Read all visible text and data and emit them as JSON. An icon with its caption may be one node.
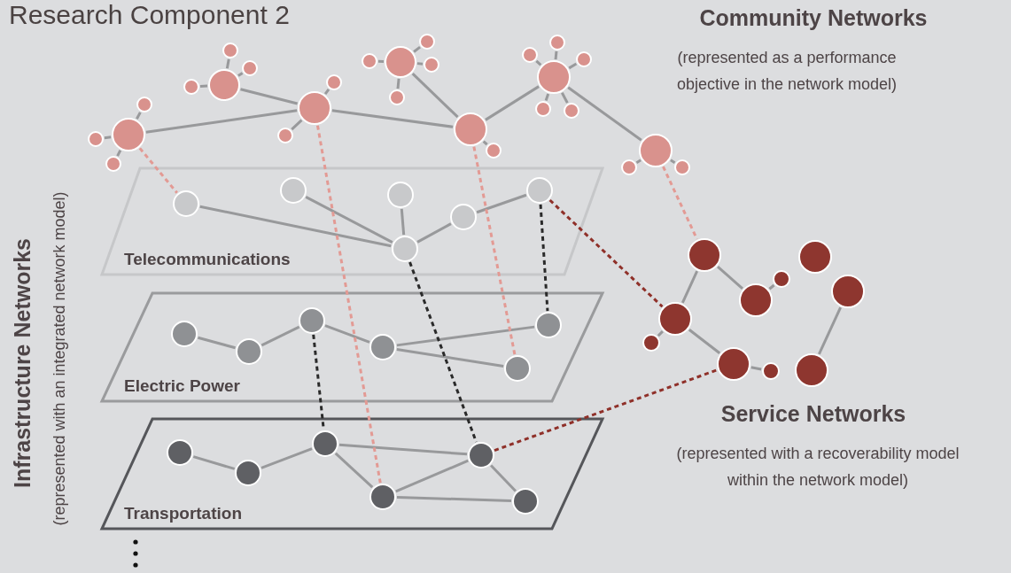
{
  "diagram": {
    "title": "Research Component 2",
    "nodes": [
      {
        "text": [],
        "shape": "circle"
      },
      {
        "text": [],
        "shape": "circle"
      },
      {
        "text": [],
        "shape": "circle"
      },
      {
        "text": [],
        "shape": "circle"
      },
      {
        "text": [],
        "shape": "circle"
      },
      {
        "text": [],
        "shape": "circle"
      },
      {
        "text": [],
        "shape": "circle"
      },
      {
        "text": [],
        "shape": "circle"
      },
      {
        "text": [],
        "shape": "circle"
      },
      {
        "text": [],
        "shape": "circle"
      },
      {
        "text": [],
        "shape": "circle"
      },
      {
        "text": [],
        "shape": "circle"
      },
      {
        "text": [],
        "shape": "circle"
      },
      {
        "text": [],
        "shape": "circle"
      },
      {
        "text": [],
        "shape": "circle"
      },
      {
        "text": [],
        "shape": "circle"
      },
      {
        "text": [],
        "shape": "circle"
      },
      {
        "text": [],
        "shape": "circle"
      },
      {
        "text": [],
        "shape": "circle"
      },
      {
        "text": [],
        "shape": "circle"
      },
      {
        "text": [],
        "shape": "circle"
      },
      {
        "text": [],
        "shape": "circle"
      },
      {
        "text": [],
        "shape": "circle"
      },
      {
        "text": [],
        "shape": "circle"
      },
      {
        "text": [],
        "shape": "circle"
      },
      {
        "text": [],
        "shape": "circle"
      },
      {
        "text": [],
        "shape": "circle"
      },
      {
        "text": [
          "Telecommunications"
        ]
      },
      {
        "text": [],
        "shape": "circle",
        "in": 27
      },
      {
        "text": [],
        "shape": "circle",
        "in": 27
      },
      {
        "text": [],
        "shape": "circle",
        "in": 27
      },
      {
        "text": [],
        "shape": "circle",
        "in": 27
      },
      {
        "text": [],
        "shape": "circle",
        "in": 27
      },
      {
        "text": [],
        "shape": "circle",
        "in": 27
      },
      {
        "text": [
          "Electric Power"
        ]
      },
      {
        "text": [],
        "shape": "circle",
        "in": 34
      },
      {
        "text": [],
        "shape": "circle",
        "in": 34
      },
      {
        "text": [],
        "shape": "circle",
        "in": 34
      },
      {
        "text": [],
        "shape": "circle",
        "in": 34
      },
      {
        "text": [],
        "shape": "circle",
        "in": 34
      },
      {
        "text": [],
        "shape": "circle",
        "in": 34
      },
      {
        "text": [
          "Transportation"
        ]
      },
      {
        "text": [],
        "shape": "circle",
        "in": 41
      },
      {
        "text": [],
        "shape": "circle",
        "in": 41
      },
      {
        "text": [],
        "shape": "circle",
        "in": 41
      },
      {
        "text": [],
        "shape": "circle",
        "in": 41
      },
      {
        "text": [],
        "shape": "circle",
        "in": 41
      },
      {
        "text": [],
        "shape": "circle",
        "in": 41
      },
      {
        "text": [],
        "shape": "circle"
      },
      {
        "text": [],
        "shape": "circle"
      },
      {
        "text": [],
        "shape": "circle"
      },
      {
        "text": [],
        "shape": "circle"
      },
      {
        "text": [],
        "shape": "circle"
      },
      {
        "text": [],
        "shape": "circle"
      },
      {
        "text": [],
        "shape": "circle"
      },
      {
        "text": [],
        "shape": "circle"
      },
      {
        "text": [],
        "shape": "circle"
      },
      {
        "text": [],
        "shape": "circle"
      }
    ],
    "edges": [
      {
        "from": 0,
        "to": 1,
        "arrow": "none"
      },
      {
        "from": 0,
        "to": 2,
        "arrow": "none"
      },
      {
        "from": 0,
        "to": 3,
        "arrow": "none"
      },
      {
        "from": 4,
        "to": 5,
        "arrow": "none"
      },
      {
        "from": 4,
        "to": 6,
        "arrow": "none"
      },
      {
        "from": 4,
        "to": 7,
        "arrow": "none"
      },
      {
        "from": 8,
        "to": 9,
        "arrow": "none"
      },
      {
        "from": 8,
        "to": 10,
        "arrow": "none"
      },
      {
        "from": 11,
        "to": 12,
        "arrow": "none"
      },
      {
        "from": 11,
        "to": 13,
        "arrow": "none"
      },
      {
        "from": 11,
        "to": 14,
        "arrow": "none"
      },
      {
        "from": 11,
        "to": 15,
        "arrow": "none"
      },
      {
        "from": 16,
        "to": 17,
        "arrow": "none"
      },
      {
        "from": 18,
        "to": 19,
        "arrow": "none"
      },
      {
        "from": 18,
        "to": 20,
        "arrow": "none"
      },
      {
        "from": 18,
        "to": 21,
        "arrow": "none"
      },
      {
        "from": 18,
        "to": 22,
        "arrow": "none"
      },
      {
        "from": 18,
        "to": 23,
        "arrow": "none"
      },
      {
        "from": 24,
        "to": 25,
        "arrow": "none"
      },
      {
        "from": 24,
        "to": 26,
        "arrow": "none"
      },
      {
        "from": 0,
        "to": 8,
        "arrow": "none"
      },
      {
        "from": 4,
        "to": 8,
        "arrow": "none"
      },
      {
        "from": 8,
        "to": 16,
        "arrow": "none"
      },
      {
        "from": 11,
        "to": 16,
        "arrow": "none"
      },
      {
        "from": 16,
        "to": 18,
        "arrow": "none"
      },
      {
        "from": 18,
        "to": 24,
        "arrow": "none"
      },
      {
        "from": 28,
        "to": 33,
        "arrow": "none"
      },
      {
        "from": 29,
        "to": 33,
        "arrow": "none"
      },
      {
        "from": 30,
        "to": 33,
        "arrow": "none"
      },
      {
        "from": 33,
        "to": 31,
        "arrow": "none"
      },
      {
        "from": 31,
        "to": 32,
        "arrow": "none"
      },
      {
        "from": 35,
        "to": 36,
        "arrow": "none"
      },
      {
        "from": 36,
        "to": 37,
        "arrow": "none"
      },
      {
        "from": 37,
        "to": 38,
        "arrow": "none"
      },
      {
        "from": 38,
        "to": 39,
        "arrow": "none"
      },
      {
        "from": 38,
        "to": 40,
        "arrow": "none"
      },
      {
        "from": 42,
        "to": 43,
        "arrow": "none"
      },
      {
        "from": 43,
        "to": 44,
        "arrow": "none"
      },
      {
        "from": 44,
        "to": 46,
        "arrow": "none"
      },
      {
        "from": 44,
        "to": 45,
        "arrow": "none"
      },
      {
        "from": 45,
        "to": 46,
        "arrow": "none"
      },
      {
        "from": 45,
        "to": 47,
        "arrow": "none"
      },
      {
        "from": 46,
        "to": 47,
        "arrow": "none"
      },
      {
        "from": 48,
        "to": 51,
        "arrow": "none"
      },
      {
        "from": 51,
        "to": 52,
        "arrow": "none"
      },
      {
        "from": 48,
        "to": 53,
        "arrow": "none"
      },
      {
        "from": 53,
        "to": 54,
        "arrow": "none"
      },
      {
        "from": 53,
        "to": 55,
        "arrow": "none"
      },
      {
        "from": 55,
        "to": 56,
        "arrow": "none"
      },
      {
        "from": 50,
        "to": 57,
        "arrow": "none"
      },
      {
        "from": 0,
        "to": 28,
        "arrow": "none",
        "style": "dashed",
        "color": "#e39a94"
      },
      {
        "from": 8,
        "to": 45,
        "arrow": "none",
        "style": "dashed",
        "color": "#e39a94"
      },
      {
        "from": 16,
        "to": 40,
        "arrow": "none",
        "style": "dashed",
        "color": "#e39a94"
      },
      {
        "from": 24,
        "to": 48,
        "arrow": "none",
        "style": "dashed",
        "color": "#e39a94"
      },
      {
        "from": 32,
        "to": 39,
        "arrow": "none",
        "style": "dashed",
        "color": "#2a2a2a"
      },
      {
        "from": 33,
        "to": 46,
        "arrow": "none",
        "style": "dashed",
        "color": "#2a2a2a"
      },
      {
        "from": 37,
        "to": 44,
        "arrow": "none",
        "style": "dashed",
        "color": "#2a2a2a"
      },
      {
        "from": 32,
        "to": 53,
        "arrow": "none",
        "style": "dashed",
        "color": "#8f3029"
      },
      {
        "from": 46,
        "to": 55,
        "arrow": "none",
        "style": "dashed",
        "color": "#8f3029"
      }
    ],
    "labels": [
      "Community Networks",
      "(represented as a performance objective in the network model)",
      "Infrastructure Networks",
      "(represented with an integrated network model)",
      "Service Networks",
      "(represented with a recoverability model within the network model)"
    ]
  }
}
